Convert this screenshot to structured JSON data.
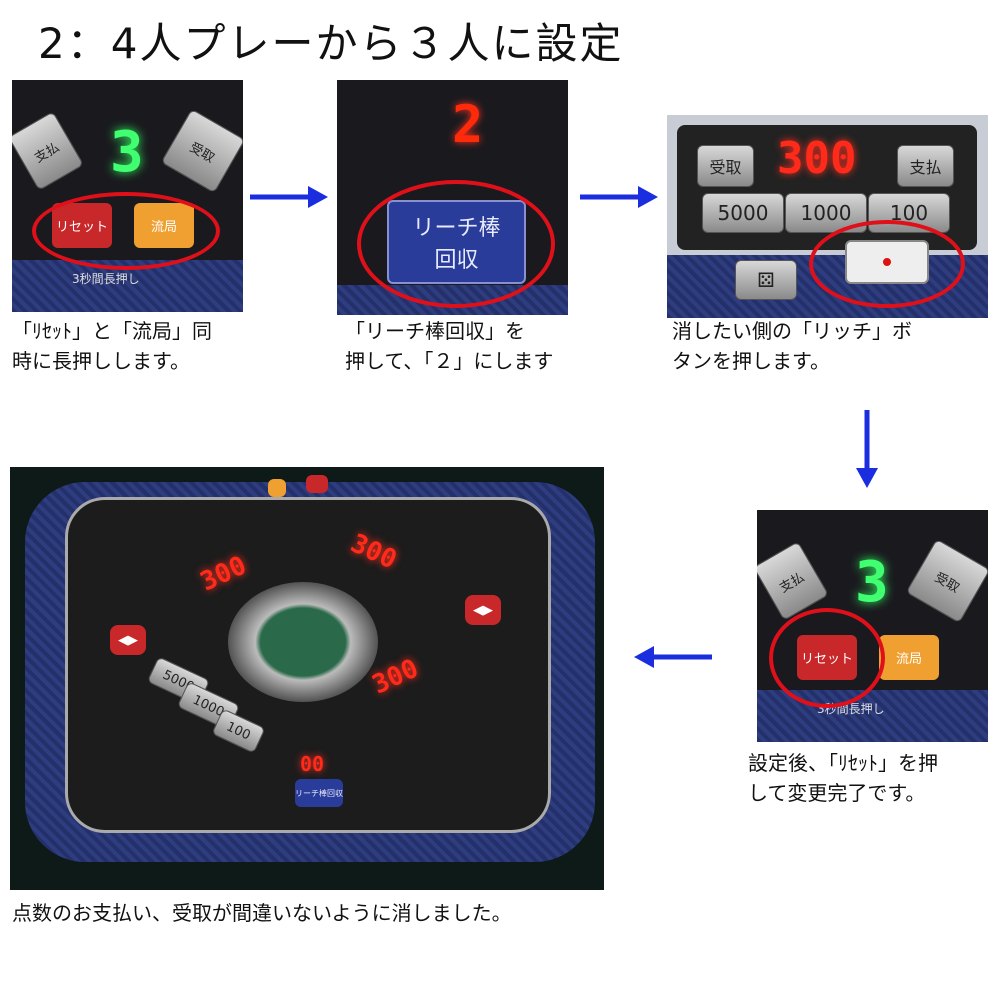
{
  "title": "2：4人プレーから３人に設定",
  "steps": [
    {
      "caption": [
        "「ﾘｾｯﾄ」と「流局」同",
        "時に長押しします。"
      ],
      "photo": {
        "led": "3",
        "buttons": [
          "支払",
          "受取",
          "リセット",
          "流局"
        ],
        "label": "3秒間長押し"
      }
    },
    {
      "caption": [
        "「リーチ棒回収」を",
        "押して、「２」にします"
      ],
      "photo": {
        "led": "2",
        "button": "リーチ棒\n回収"
      }
    },
    {
      "caption": [
        "消したい側の「リッチ」ボ",
        "タンを押します。"
      ],
      "photo": {
        "led": "300",
        "buttons": [
          "受取",
          "支払",
          "5000",
          "1000",
          "100"
        ]
      }
    },
    {
      "caption": [
        "設定後、「ﾘｾｯﾄ」を押",
        "して変更完了です。"
      ],
      "photo": {
        "led": "3",
        "buttons": [
          "支払",
          "受取",
          "リセット",
          "流局"
        ],
        "label": "3秒間長押し"
      }
    },
    {
      "caption": [
        "点数のお支払い、受取が間違いないように消しました。"
      ],
      "photo": {
        "leds": [
          "300",
          "300",
          "300",
          "00"
        ],
        "buttons": [
          "5000",
          "1000",
          "100",
          "リーチ棒回収"
        ]
      }
    }
  ],
  "colors": {
    "arrow": "#1a2ee0",
    "highlight": "#e0101a"
  }
}
